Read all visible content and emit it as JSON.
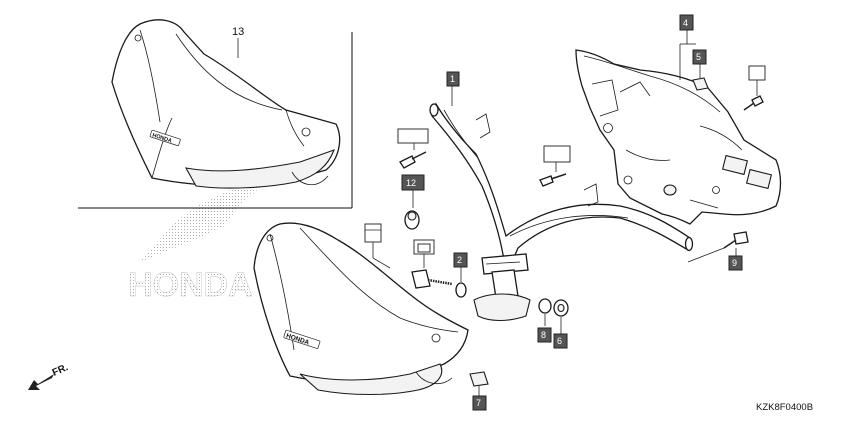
{
  "callouts": {
    "c1": "1",
    "c2": "2",
    "c4": "4",
    "c5": "5",
    "c6": "6",
    "c7": "7",
    "c8": "8",
    "c9": "9",
    "c12": "12",
    "c13": "13"
  },
  "watermark": "HONDA",
  "logo_text": "HONDA",
  "direction_label": "FR.",
  "diagram_code": "KZK8F0400B"
}
